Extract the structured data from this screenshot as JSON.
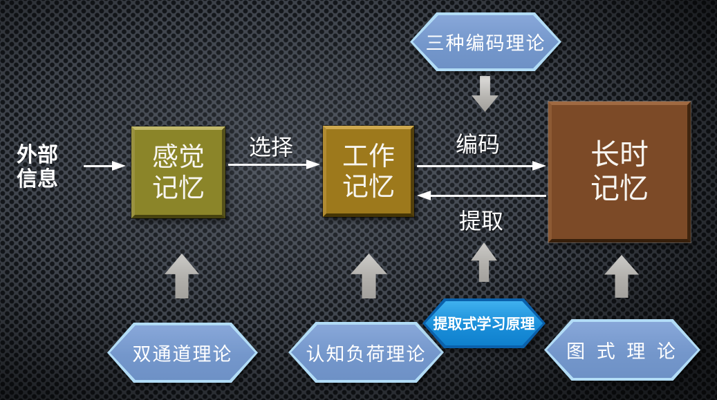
{
  "external_info": {
    "label": "外部\n信息"
  },
  "boxes": [
    {
      "id": "sensory-memory",
      "label": "感觉\n记忆",
      "color": "#8b8529"
    },
    {
      "id": "working-memory",
      "label": "工作\n记忆",
      "color": "#9d791c"
    },
    {
      "id": "long-term-memory",
      "label": "长时\n记忆",
      "color": "#7c4a27"
    }
  ],
  "flow_labels": {
    "select": "选择",
    "encode": "编码",
    "retrieve": "提取"
  },
  "hexagons": [
    {
      "id": "three-encoding-theories",
      "label": "三种编码理论",
      "fill": "#7497cb",
      "border": "#b2dcf6"
    },
    {
      "id": "dual-channel-theory",
      "label": "双通道理论",
      "fill": "#7497cb",
      "border": "#b2dcf6"
    },
    {
      "id": "cognitive-load-theory",
      "label": "认知负荷理论",
      "fill": "#7497cb",
      "border": "#b2dcf6"
    },
    {
      "id": "retrieval-learning-principle",
      "label": "提取式学习原理",
      "fill": "#1a8ed9",
      "border": "#0a61ac"
    },
    {
      "id": "schema-theory",
      "label": "图 式 理 论",
      "fill": "#7497cb",
      "border": "#b2dcf6"
    }
  ],
  "colors": {
    "background_base": "#3f444c",
    "background_dot": "#14171b",
    "arrow_line": "#ffffff",
    "block_arrow": "#b1afab",
    "text": "#ffffff"
  }
}
